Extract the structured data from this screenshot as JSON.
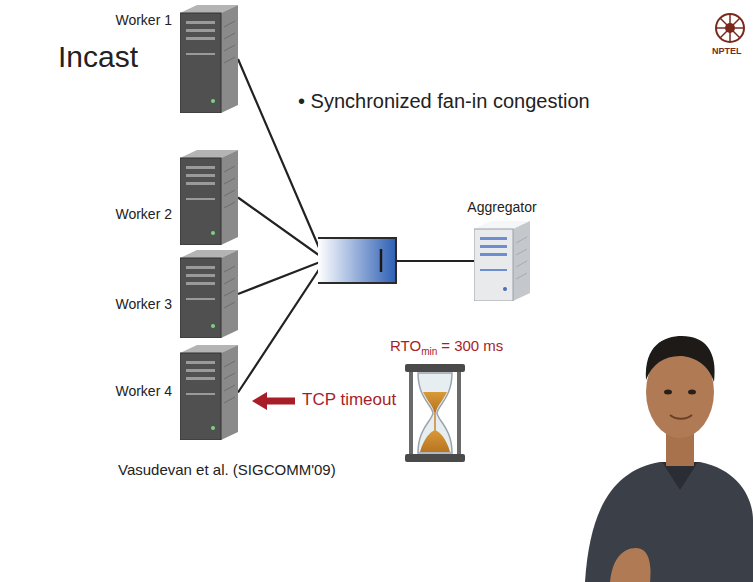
{
  "diagram": {
    "title": "Incast",
    "nodes": [
      {
        "text": [
          "Worker 1"
        ]
      },
      {
        "text": [
          "Worker 2"
        ]
      },
      {
        "text": [
          "Worker 3"
        ]
      },
      {
        "text": [
          "Worker 4"
        ]
      },
      {
        "text": [
          "Aggregator"
        ]
      }
    ],
    "edges": [
      {
        "from": 0,
        "to": 4,
        "arrow": "none"
      },
      {
        "from": 1,
        "to": 4,
        "arrow": "none"
      },
      {
        "from": 2,
        "to": 4,
        "arrow": "none"
      },
      {
        "from": 3,
        "to": 4,
        "arrow": "none"
      }
    ],
    "labels": [
      "• Synchronized fan-in congestion",
      "RTO",
      "min",
      "= 300 ms",
      "TCP timeout",
      "Vasudevan et al. (SIGCOMM'09)",
      "NPTEL"
    ]
  }
}
